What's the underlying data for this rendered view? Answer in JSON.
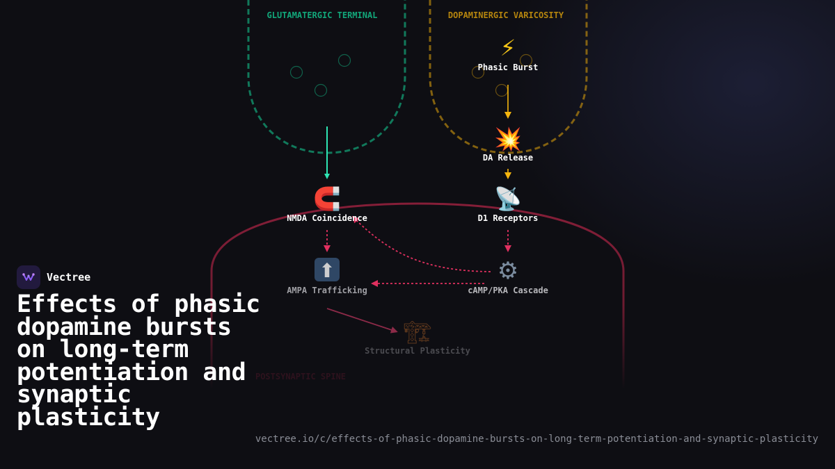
{
  "brand": {
    "name": "Vectree",
    "logo_icon": "neuron-logo-icon"
  },
  "title": "Effects of phasic dopamine bursts on long-term potentiation and synaptic plasticity",
  "url": "vectree.io/c/effects-of-phasic-dopamine-bursts-on-long-term-potentiation-and-synaptic-plasticity",
  "diagram": {
    "compartments": {
      "glutamatergic": "GLUTAMATERGIC TERMINAL",
      "dopaminergic": "DOPAMINERGIC VARICOSITY",
      "postsynaptic": "POSTSYNAPTIC SPINE"
    },
    "nodes": {
      "phasic_burst": {
        "icon": "⚡",
        "icon_name": "lightning-icon",
        "label": "Phasic Burst"
      },
      "da_release": {
        "icon": "💥",
        "icon_name": "burst-icon",
        "label": "DA Release"
      },
      "d1_receptors": {
        "icon": "📡",
        "icon_name": "satellite-dish-icon",
        "label": "D1 Receptors"
      },
      "nmda": {
        "icon": "🧲",
        "icon_name": "magnet-icon",
        "label": "NMDA Coincidence"
      },
      "camp_pka": {
        "icon": "⚙",
        "icon_name": "gear-icon",
        "label": "cAMP/PKA Cascade"
      },
      "ampa": {
        "icon": "⬆",
        "icon_name": "up-arrow-icon",
        "label": "AMPA Trafficking"
      },
      "structural": {
        "icon": "🏗",
        "icon_name": "construction-crane-icon",
        "label": "Structural Plasticity"
      }
    },
    "colors": {
      "glutamatergic": "#12a77a",
      "dopaminergic": "#b5850e",
      "postsynaptic": "#8c1f3a",
      "glutamate_arrow": "#2ee6b4",
      "dopamine_arrow": "#f5b50e",
      "signal_arrow": "#e0305f"
    }
  }
}
